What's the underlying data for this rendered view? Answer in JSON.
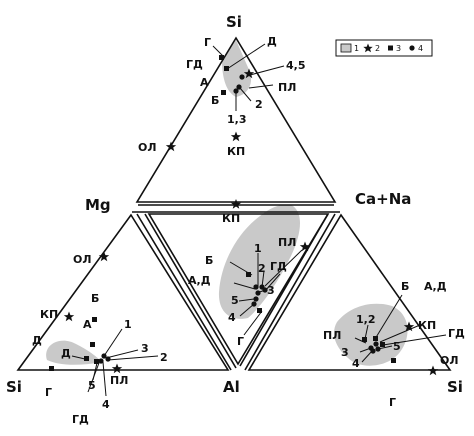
{
  "vertices": {
    "top": "Si",
    "mg": "Mg",
    "cana": "Ca+Na",
    "si_left": "Si",
    "al": "Al",
    "si_right": "Si"
  },
  "legend": [
    "1",
    "2",
    "3",
    "4"
  ],
  "labels": {
    "top": {
      "g": "Г",
      "d": "Д",
      "gd": "ГД",
      "a": "А",
      "b": "Б",
      "n45": "4,5",
      "pl": "ПЛ",
      "n2": "2",
      "n13": "1,3",
      "kp": "КП",
      "ol": "ОЛ"
    },
    "middle": {
      "kp": "КП",
      "pl": "ПЛ",
      "b": "Б",
      "n1": "1",
      "n2": "2",
      "gd": "ГД",
      "ad": "А,Д",
      "n3": "3",
      "n5": "5",
      "n4": "4",
      "g": "Г"
    },
    "left": {
      "ol": "ОЛ",
      "kp": "КП",
      "d1": "Д",
      "b": "Б",
      "a": "А",
      "n1": "1",
      "d2": "Д",
      "n3": "3",
      "n2": "2",
      "g": "Г",
      "n5": "5",
      "n4": "4",
      "pl": "ПЛ",
      "gd": "ГД"
    },
    "right": {
      "b": "Б",
      "ad": "А,Д",
      "n12": "1,2",
      "kp": "КП",
      "pl": "ПЛ",
      "gd": "ГД",
      "n3": "3",
      "n5": "5",
      "n4": "4",
      "ol": "ОЛ",
      "g": "Г"
    }
  }
}
